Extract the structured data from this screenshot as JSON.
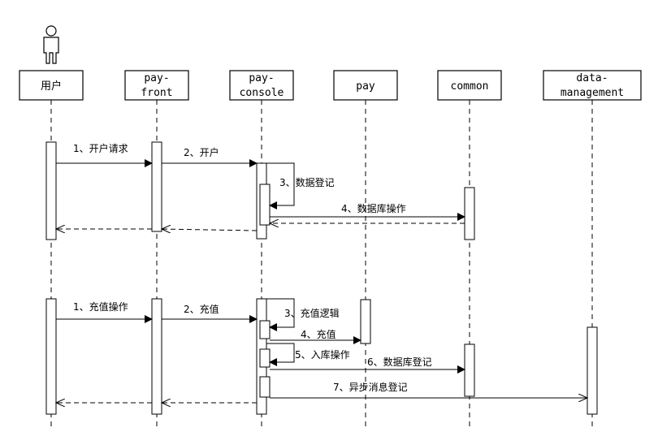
{
  "participants": [
    {
      "key": "user",
      "lines": [
        "用户"
      ]
    },
    {
      "key": "payfront",
      "lines": [
        "pay-",
        "front"
      ]
    },
    {
      "key": "payconsole",
      "lines": [
        "pay-",
        "console"
      ]
    },
    {
      "key": "pay",
      "lines": [
        "pay"
      ]
    },
    {
      "key": "common",
      "lines": [
        "common"
      ]
    },
    {
      "key": "datamgmt",
      "lines": [
        "data-",
        "management"
      ]
    }
  ],
  "messages": {
    "m1": "1、开户请求",
    "m2": "2、开户",
    "m3": "3、数据登记",
    "m4": "4、数据库操作",
    "m5": "1、充值操作",
    "m6": "2、充值",
    "m7": "3、充值逻辑",
    "m8": "4、充值",
    "m9": "5、入库操作",
    "m10": "6、数据库登记",
    "m11": "7、异步消息登记"
  },
  "colors": {
    "stroke": "#000000",
    "background": "#ffffff"
  },
  "icons": {
    "actor": "person-icon"
  }
}
